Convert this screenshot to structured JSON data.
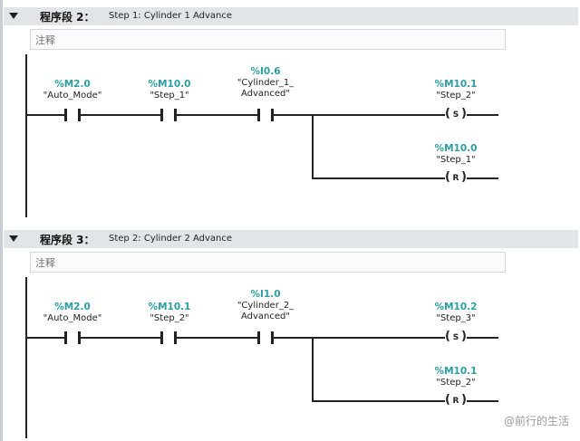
{
  "networks": [
    {
      "title": "程序段 2：",
      "description": "Step 1: Cylinder 1 Advance",
      "comment": "注释",
      "contacts": [
        {
          "address": "%M2.0",
          "symbol": "\"Auto_Mode\""
        },
        {
          "address": "%M10.0",
          "symbol": "\"Step_1\""
        },
        {
          "address": "%I0.6",
          "symbol": "\"Cylinder_1_\nAdvanced\""
        }
      ],
      "coils": [
        {
          "address": "%M10.1",
          "symbol": "\"Step_2\"",
          "type": "S"
        },
        {
          "address": "%M10.0",
          "symbol": "\"Step_1\"",
          "type": "R"
        }
      ]
    },
    {
      "title": "程序段 3：",
      "description": "Step 2: Cylinder 2 Advance",
      "comment": "注释",
      "contacts": [
        {
          "address": "%M2.0",
          "symbol": "\"Auto_Mode\""
        },
        {
          "address": "%M10.1",
          "symbol": "\"Step_2\""
        },
        {
          "address": "%I1.0",
          "symbol": "\"Cylinder_2_\nAdvanced\""
        }
      ],
      "coils": [
        {
          "address": "%M10.2",
          "symbol": "\"Step_3\"",
          "type": "S"
        },
        {
          "address": "%M10.1",
          "symbol": "\"Step_2\"",
          "type": "R"
        }
      ]
    }
  ],
  "watermark": "@前行的生活",
  "colors": {
    "address": "#2a9ea0",
    "header_bg": "#e2e5e8",
    "wire": "#222222"
  }
}
